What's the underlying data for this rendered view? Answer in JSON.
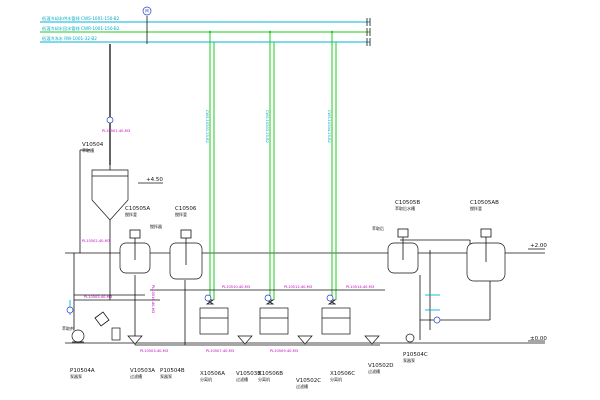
{
  "diagram": {
    "headers": [
      {
        "text": "低温冷却水供水管线 CWS-1001-150-B2"
      },
      {
        "text": "低温冷却水回水管线 CWR-1001-150-B2"
      },
      {
        "text": "低温冷冻水 RW-1001-32-B2"
      }
    ],
    "elevations": {
      "upper": "+4.50",
      "mid": "+2.00",
      "floor": "±0.00"
    },
    "equipment": {
      "v10504": {
        "tag": "V10504",
        "name": "萃取槽"
      },
      "c10505a": {
        "tag": "C10505A",
        "name": "搅拌釜"
      },
      "c10506": {
        "tag": "C10506",
        "name": "搅拌釜"
      },
      "c10505b": {
        "tag": "C10505B",
        "name": "萃取后水槽"
      },
      "c10505ab": {
        "tag": "C10505AB",
        "name": "搅拌釜"
      },
      "p10504a": {
        "tag": "P10504A",
        "name": "泵器泵"
      },
      "v10503a": {
        "tag": "V10503A",
        "name": "过滤槽"
      },
      "p10504b": {
        "tag": "P10504B",
        "name": "泵器泵"
      },
      "x10506a": {
        "tag": "X10506A",
        "name": "分离机"
      },
      "v10503b": {
        "tag": "V10503B",
        "name": "过滤槽"
      },
      "x10506b": {
        "tag": "X10506B",
        "name": "分离机"
      },
      "v10502c": {
        "tag": "V10502C",
        "name": "过滤槽"
      },
      "x10506c": {
        "tag": "X10506C",
        "name": "分离机"
      },
      "v10502d": {
        "tag": "V10502D",
        "name": "过滤槽"
      },
      "p10504c": {
        "tag": "P10504C",
        "name": "泵器泵"
      }
    },
    "line_labels": {
      "main_feed": "PL10501-40-M3",
      "vent": "PL10502-40-M3",
      "pump_out": "PL10505-40-M3",
      "to_sep_a": "PL10510-40-M3",
      "to_sep_b": "PL10512-40-M3",
      "to_sep_c": "PL10514-40-M3",
      "bottom_a": "PL10503-40-M3",
      "bottom_b": "PL10507-40-M3",
      "bottom_c": "PL10509-40-M3",
      "drop_1": "CWS-10502-25-B2",
      "drop_2": "CWS-10503-25-B2",
      "drop_3": "CWS-10504-25-B2",
      "right_line": "PL10516-40-M3"
    },
    "small_notes": {
      "flange_1": "搅拌器",
      "flange_2": "萃取后",
      "flange_3": "萃取剂"
    },
    "instrument_tag": "M",
    "colors": {
      "process": "#111111",
      "cooling_water": "#22cc22",
      "chilled": "#00b4d8",
      "label": "#c000c0",
      "instrument": "#1f3fbf"
    }
  }
}
